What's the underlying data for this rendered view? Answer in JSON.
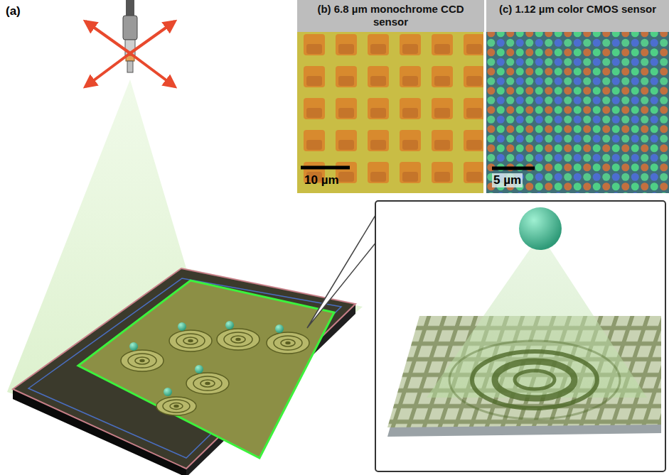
{
  "diagram": {
    "nodes": [
      {
        "text": [
          "(b) 6.8 µm monochrome CCD sensor",
          "10 µm"
        ]
      },
      {
        "text": [
          "(c) 1.12 µm color CMOS sensor",
          "5 µm"
        ]
      }
    ],
    "labels": [
      "(a)"
    ]
  }
}
